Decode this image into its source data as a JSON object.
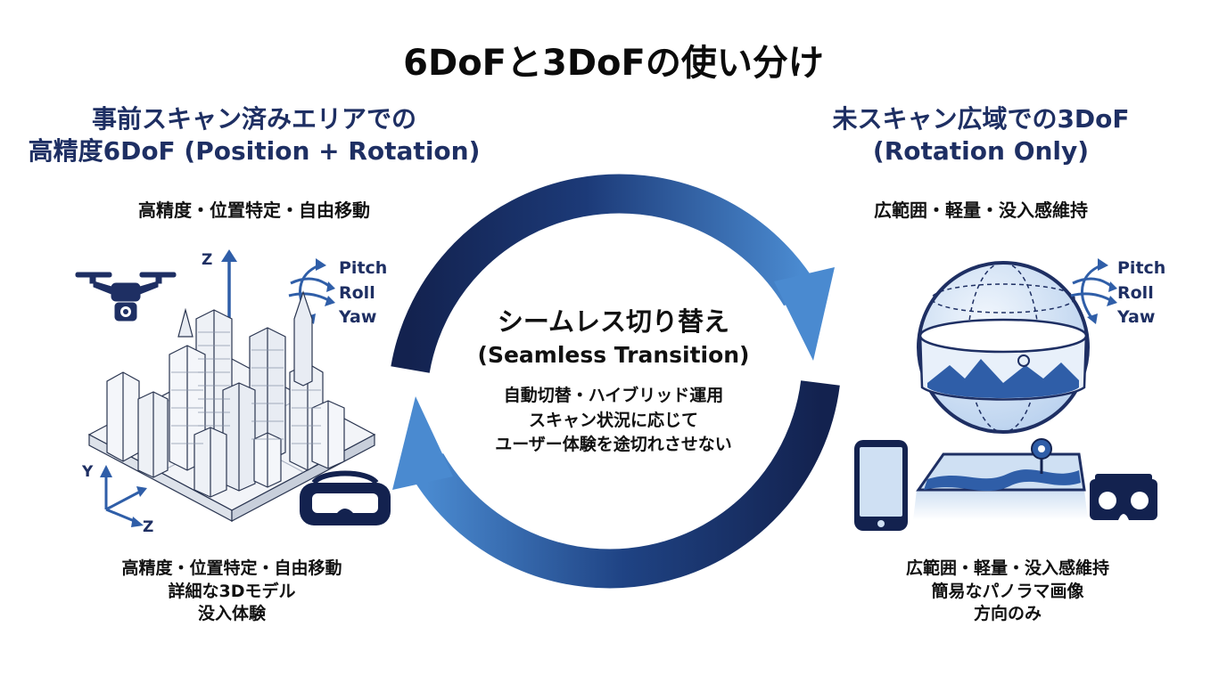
{
  "title": "6DoFと3DoFの使い分け",
  "left": {
    "heading_line1": "事前スキャン済みエリアでの",
    "heading_line2": "高精度6DoF (Position + Rotation)",
    "subtitle": "高精度・位置特定・自由移動",
    "rotation_labels": [
      "Pitch",
      "Roll",
      "Yaw"
    ],
    "axis_labels": {
      "z_top": "Z",
      "y": "Y",
      "z_bottom": "Z"
    },
    "footer_lines": [
      "高精度・位置特定・自由移動",
      "詳細な3Dモデル",
      "没入体験"
    ]
  },
  "right": {
    "heading_line1": "未スキャン広域での3DoF",
    "heading_line2": "(Rotation Only)",
    "subtitle": "広範囲・軽量・没入感維持",
    "rotation_labels": [
      "Pitch",
      "Roll",
      "Yaw"
    ],
    "footer_lines": [
      "広範囲・軽量・没入感維持",
      "簡易なパノラマ画像",
      "方向のみ"
    ]
  },
  "center": {
    "title": "シームレス切り替え",
    "subtitle": "(Seamless Transition)",
    "lines": [
      "自動切替・ハイブリッド運用",
      "スキャン状況に応じて",
      "ユーザー体験を途切れさせない"
    ]
  },
  "colors": {
    "navy": "#1e2f63",
    "dark_navy": "#13224f",
    "mid_blue": "#3f7fc4",
    "light_blue": "#cfe0f3"
  },
  "icons": [
    "drone-icon",
    "city-icon",
    "vr-headset-icon",
    "axis-icon",
    "rotation-arrows-icon",
    "globe-panorama-icon",
    "smartphone-icon",
    "map-icon",
    "cardboard-viewer-icon"
  ]
}
